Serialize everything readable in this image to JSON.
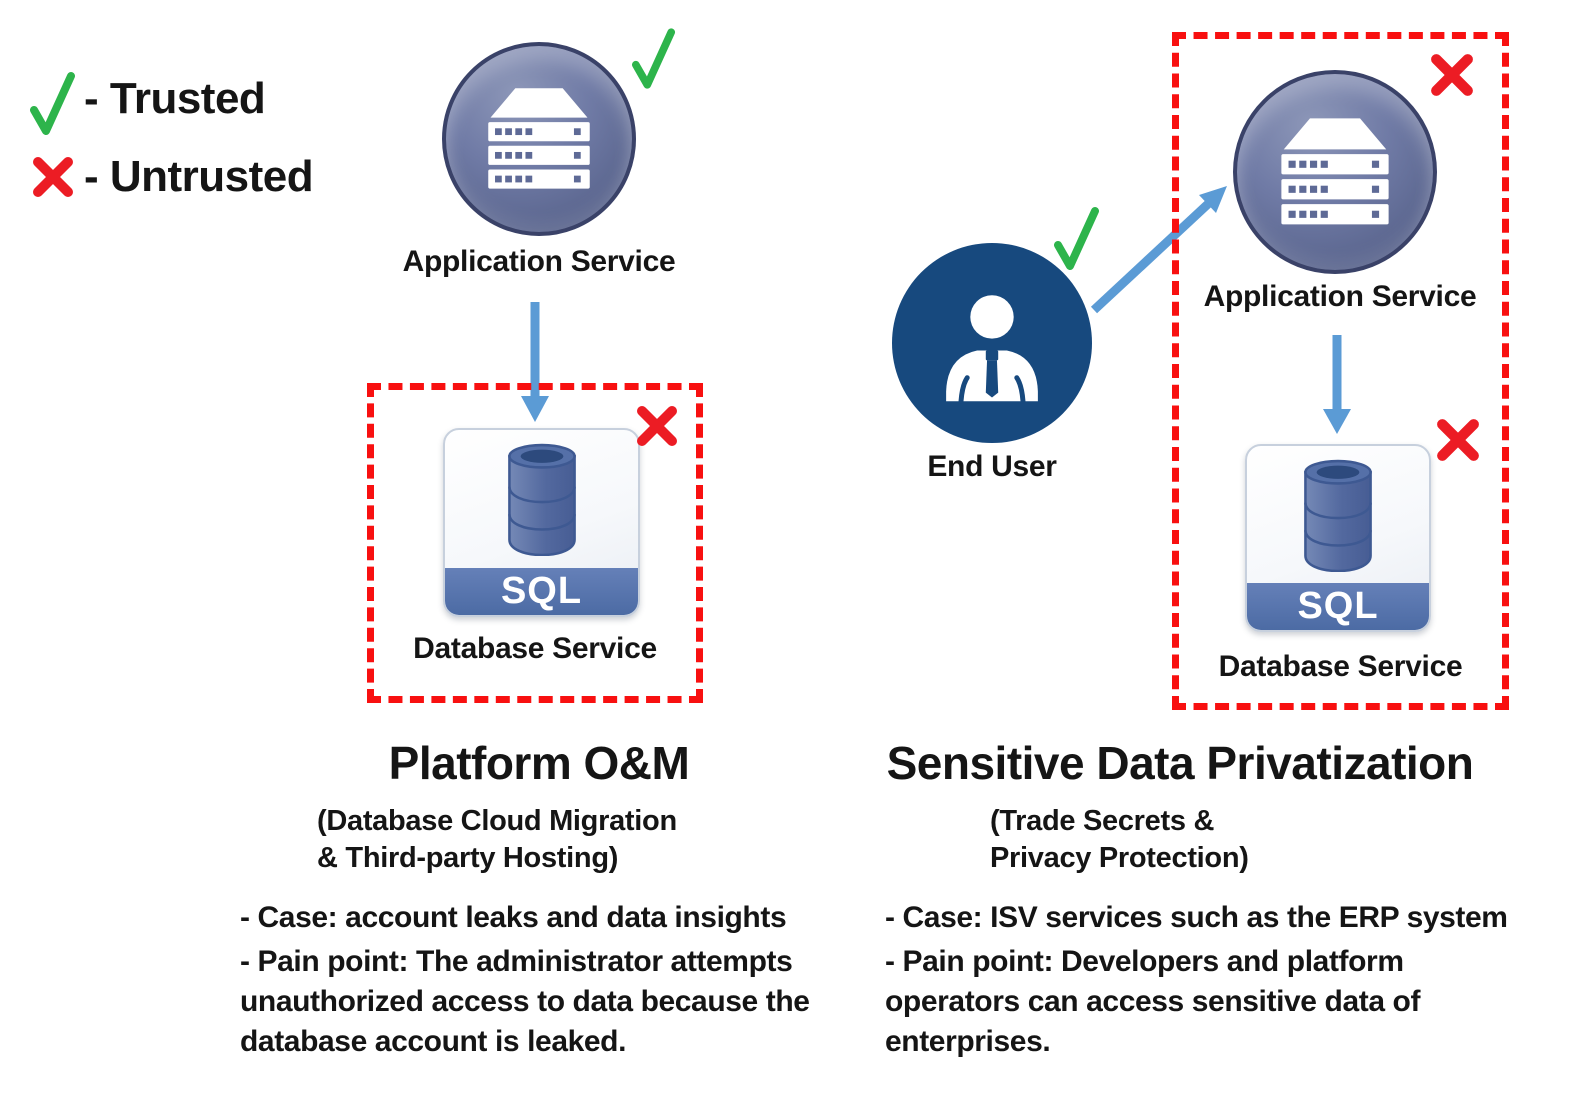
{
  "colors": {
    "trusted_green": "#2db44b",
    "untrusted_red": "#ec1c24",
    "box_red": "#f81010",
    "arrow_blue": "#5b9bd5",
    "app_circle_blue": "#67719c",
    "user_navy": "#17497e",
    "sql_band_blue": "#5070ae"
  },
  "legend": {
    "trusted_label": "- Trusted",
    "untrusted_label": "- Untrusted"
  },
  "left": {
    "app_label": "Application Service",
    "db_label": "Database Service",
    "sql": "SQL",
    "title": "Platform O&M",
    "subtitle1": "(Database Cloud Migration",
    "subtitle2": "& Third-party Hosting)",
    "case": "- Case: account leaks and data insights",
    "pain": "- Pain point: The administrator attempts unauthorized access to data because the database account is leaked."
  },
  "right": {
    "user_label": "End User",
    "app_label": "Application Service",
    "db_label": "Database Service",
    "sql": "SQL",
    "title": "Sensitive Data Privatization",
    "subtitle1": "(Trade Secrets &",
    "subtitle2": "Privacy Protection)",
    "case": "- Case: ISV services such as the ERP system",
    "pain": "- Pain point: Developers and platform operators can access sensitive data of enterprises."
  }
}
